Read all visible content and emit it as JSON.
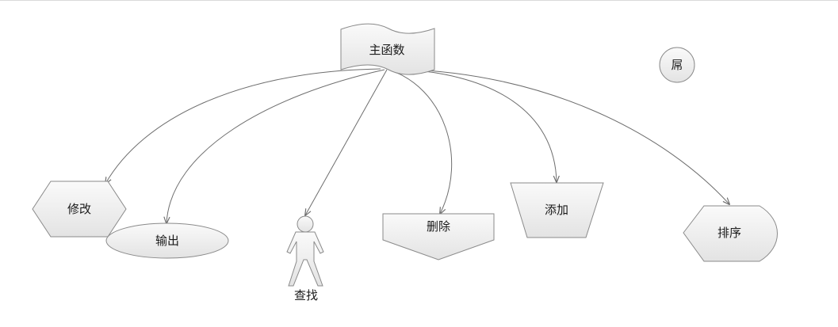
{
  "diagram": {
    "colors": {
      "shape_fill_top": "#fafafa",
      "shape_fill_bottom": "#e3e3e3",
      "stroke": "#8a8a8a",
      "edge": "#6e6e6e",
      "text": "#1a1a1a"
    },
    "nodes": {
      "main": {
        "label": "主函数",
        "shape": "document"
      },
      "corner": {
        "label": "屌",
        "shape": "circle"
      },
      "modify": {
        "label": "修改",
        "shape": "hexagon"
      },
      "output": {
        "label": "输出",
        "shape": "ellipse"
      },
      "search": {
        "label": "查找",
        "shape": "actor"
      },
      "delete": {
        "label": "删除",
        "shape": "offpage-connector"
      },
      "add": {
        "label": "添加",
        "shape": "manual-operation"
      },
      "sort": {
        "label": "排序",
        "shape": "display"
      }
    },
    "edges": [
      {
        "from": "main",
        "to": "modify"
      },
      {
        "from": "main",
        "to": "output"
      },
      {
        "from": "main",
        "to": "search"
      },
      {
        "from": "main",
        "to": "delete"
      },
      {
        "from": "main",
        "to": "add"
      },
      {
        "from": "main",
        "to": "sort"
      }
    ]
  }
}
